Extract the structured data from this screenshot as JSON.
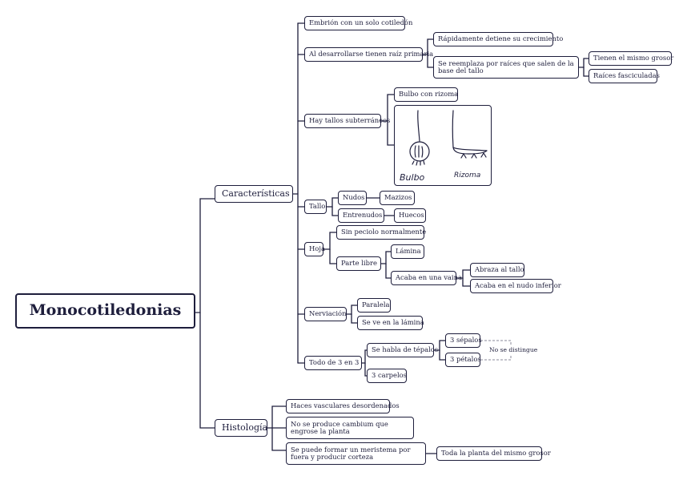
{
  "root": "Monocotiledonias",
  "caracteristicas": {
    "label": "Características",
    "embrion": "Embrión con un solo cotiledón",
    "raiz": {
      "label": "Al desarrollarse tienen raíz primaria",
      "detiene": "Rápidamente detiene su crecimiento",
      "reemplaza": "Se reemplaza por raíces que salen de la base del tallo",
      "grosor": "Tienen el mismo grosor",
      "fasciculadas": "Raíces fasciculadas"
    },
    "tallos": {
      "label": "Hay tallos subterráneos",
      "bulbo": "Bulbo con rizoma",
      "sketch_bulbo": "Bulbo",
      "sketch_rizoma": "Rizoma"
    },
    "tallo": {
      "label": "Tallo",
      "nudos": "Nudos",
      "mazizos": "Mazizos",
      "entrenudos": "Entrenudos",
      "huecos": "Huecos"
    },
    "hoja": {
      "label": "Hoja",
      "peciolo": "Sin peciolo normalmente",
      "parte_libre": "Parte libre",
      "lamina": "Lámina",
      "vaina": "Acaba en una vaina",
      "abraza": "Abraza al tallo",
      "nudo_inferior": "Acaba en el nudo inferior"
    },
    "nerviacion": {
      "label": "Nerviación",
      "paralela": "Paralela",
      "lamina": "Se ve en la lámina"
    },
    "todo3": {
      "label": "Todo de 3 en 3",
      "tepalos": "Se habla de tépalos",
      "sepalos": "3 sépalos",
      "petalos": "3 pétalos",
      "no_distingue": "No se distingue",
      "carpelos": "3 carpelos"
    }
  },
  "histologia": {
    "label": "Histología",
    "haces": "Haces vasculares desordenados",
    "cambium": "No se produce cambium que engrose la planta",
    "meristema": "Se puede formar un meristema por fuera y producir corteza",
    "grosor": "Toda la planta del mismo grosor"
  }
}
